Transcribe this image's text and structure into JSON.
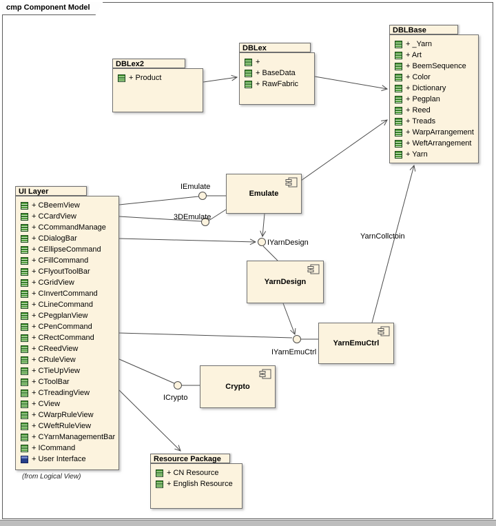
{
  "frame": {
    "title": "cmp Component Model"
  },
  "packages": {
    "dblex2": {
      "name": "DBLex2",
      "items": [
        "+ Product"
      ]
    },
    "dblex": {
      "name": "DBLex",
      "items": [
        "+",
        "+ BaseData",
        "+ RawFabric"
      ]
    },
    "dblbase": {
      "name": "DBLBase",
      "items": [
        "+ _Yarn",
        "+ Art",
        "+ BeemSequence",
        "+ Color",
        "+ Dictionary",
        "+ Pegplan",
        "+ Reed",
        "+ Treads",
        "+ WarpArrangement",
        "+ WeftArrangement",
        "+ Yarn"
      ]
    },
    "ui_layer": {
      "name": "UI Layer",
      "note": "(from Logical View)",
      "items": [
        "+ CBeemView",
        "+ CCardView",
        "+ CCommandManage",
        "+ CDialogBar",
        "+ CEllipseCommand",
        "+ CFillCommand",
        "+ CFlyoutToolBar",
        "+ CGridView",
        "+ CInvertCommand",
        "+ CLineCommand",
        "+ CPegplanView",
        "+ CPenCommand",
        "+ CRectCommand",
        "+ CReedView",
        "+ CRuleView",
        "+ CTieUpView",
        "+ CToolBar",
        "+ CTreadingView",
        "+ CView",
        "+ CWarpRuleView",
        "+ CWeftRuleView",
        "+ CYarnManagementBar",
        "+ ICommand",
        {
          "label": "+ User Interface",
          "icon": "ui-icon"
        }
      ]
    },
    "resource_package": {
      "name": "Resource Package",
      "items": [
        "+ CN Resource",
        "+ English Resource"
      ]
    }
  },
  "components": {
    "emulate": {
      "name": "Emulate"
    },
    "yarn_design": {
      "name": "YarnDesign"
    },
    "yarn_emu_ctrl": {
      "name": "YarnEmuCtrl"
    },
    "crypto": {
      "name": "Crypto"
    }
  },
  "interfaces": {
    "iemulate": {
      "label": "IEmulate"
    },
    "emulate3d": {
      "label": "3DEmulate"
    },
    "iyarn_design": {
      "label": "IYarnDesign"
    },
    "iyarn_emu_ctrl": {
      "label": "IYarnEmuCtrl"
    },
    "icrypto": {
      "label": "ICrypto"
    }
  },
  "connector_labels": {
    "yarn_collctoin": "YarnCollctoin"
  },
  "colors": {
    "box_fill": "#fcf3de",
    "box_border": "#6f6f6f",
    "line": "#4a4a4a",
    "icon_green": "#3f9330",
    "icon_blue": "#27408b"
  }
}
